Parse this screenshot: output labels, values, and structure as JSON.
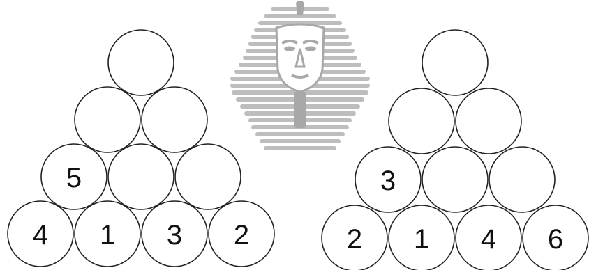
{
  "pyramids": [
    {
      "name": "left-pyramid",
      "rows": [
        [
          ""
        ],
        [
          "",
          ""
        ],
        [
          "5",
          "",
          ""
        ],
        [
          "4",
          "1",
          "3",
          "2"
        ]
      ]
    },
    {
      "name": "right-pyramid",
      "rows": [
        [
          ""
        ],
        [
          "",
          ""
        ],
        [
          "3",
          "",
          ""
        ],
        [
          "2",
          "1",
          "4",
          "6"
        ]
      ]
    }
  ],
  "illustration": {
    "icon": "pharaoh-head-icon",
    "color": "#bdbdbd"
  }
}
